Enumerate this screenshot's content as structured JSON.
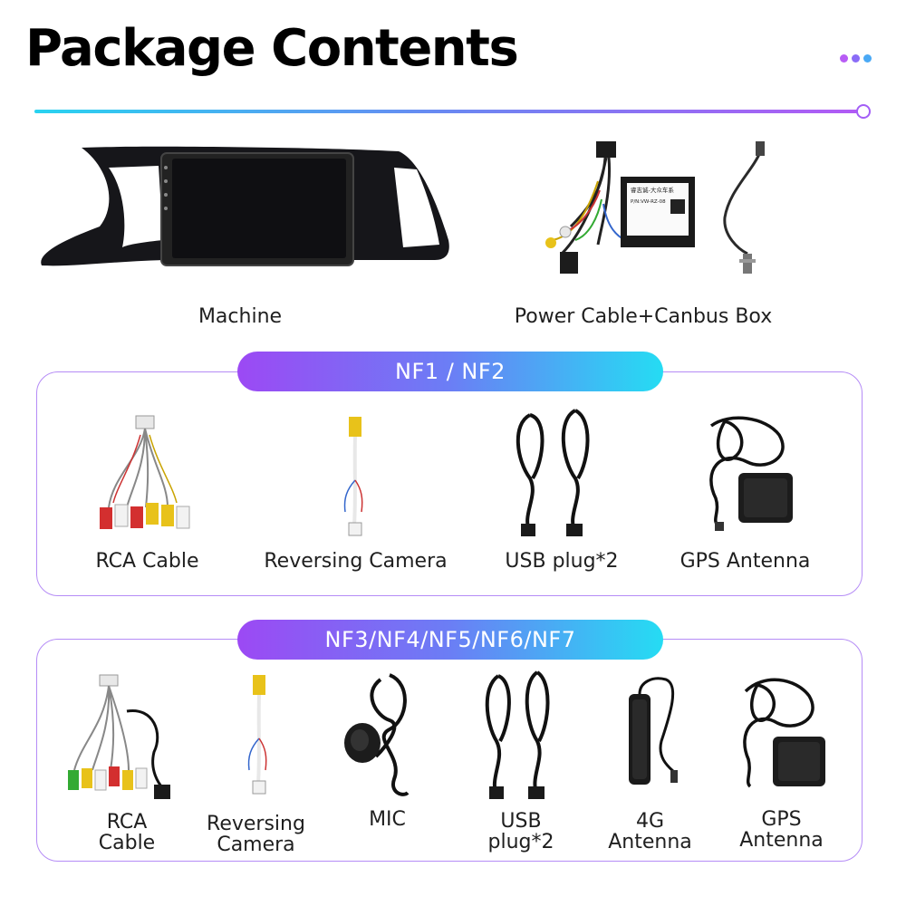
{
  "header": {
    "title": "Package Contents"
  },
  "top_items": [
    {
      "label": "Machine"
    },
    {
      "label": "Power Cable+Canbus Box"
    }
  ],
  "canbus_box": {
    "line1": "睿志诚-大众车系",
    "line2": "P/N:VW-RZ-08"
  },
  "section1": {
    "title": "NF1 / NF2",
    "items": [
      {
        "label": "RCA Cable"
      },
      {
        "label": "Reversing Camera"
      },
      {
        "label": "USB plug*2"
      },
      {
        "label": "GPS Antenna"
      }
    ]
  },
  "section2": {
    "title": "NF3/NF4/NF5/NF6/NF7",
    "items": [
      {
        "line1": "RCA",
        "line2": "Cable"
      },
      {
        "line1": "Reversing",
        "line2": "Camera"
      },
      {
        "line1": "MIC",
        "line2": ""
      },
      {
        "line1": "USB",
        "line2": "plug*2"
      },
      {
        "line1": "4G",
        "line2": "Antenna"
      },
      {
        "line1": "GPS",
        "line2": "Antenna"
      }
    ]
  },
  "colors": {
    "gradient_start": "#9c49f4",
    "gradient_end": "#25dcf3",
    "panel_border": "#b58cf6"
  }
}
